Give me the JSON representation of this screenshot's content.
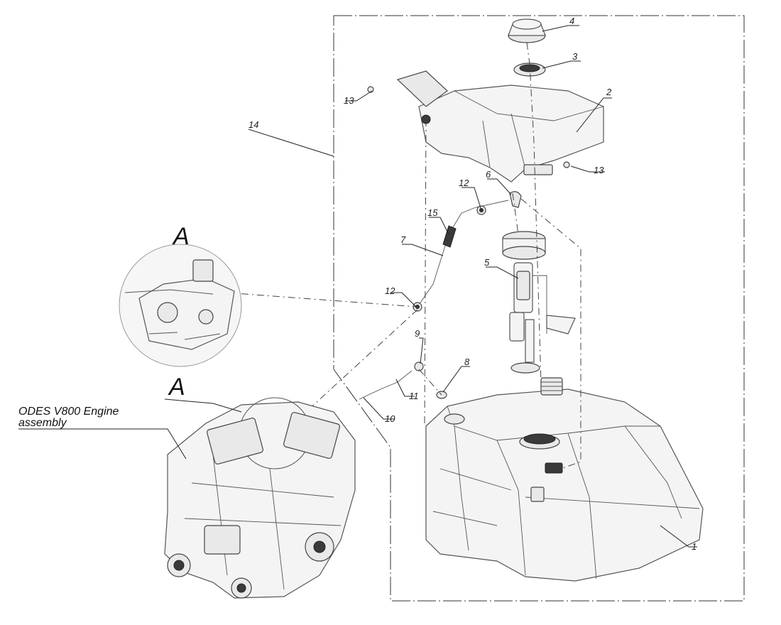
{
  "callouts": {
    "c1": "1",
    "c2": "2",
    "c3": "3",
    "c4": "4",
    "c5": "5",
    "c6": "6",
    "c7": "7",
    "c8": "8",
    "c9": "9",
    "c10": "10",
    "c11": "11",
    "c12a": "12",
    "c12b": "12",
    "c13a": "13",
    "c13b": "13",
    "c14": "14",
    "c15": "15"
  },
  "detail_view": {
    "label_top": "A",
    "label_bottom": "A"
  },
  "engine": {
    "label_line1": "ODES V800 Engine",
    "label_line2": "assembly"
  }
}
